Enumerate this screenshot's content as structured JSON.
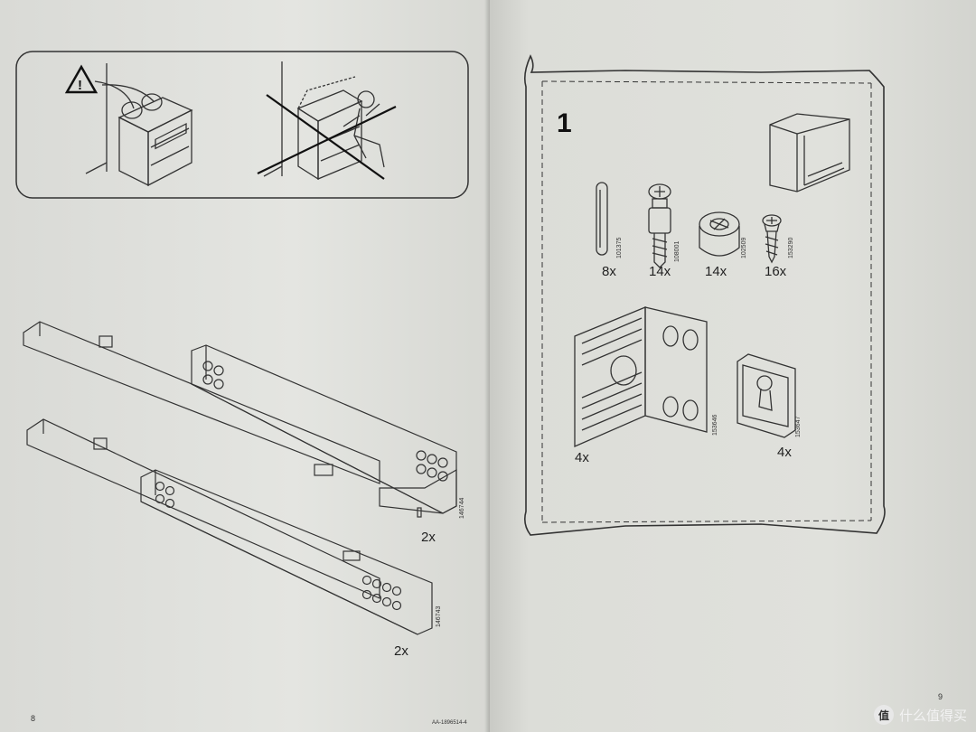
{
  "left_page": {
    "page_number": "8",
    "doc_code": "AA-1896514-4",
    "warning_symbol": "!",
    "rails": [
      {
        "article_number": "146744",
        "quantity": "2x"
      },
      {
        "article_number": "146743",
        "quantity": "2x"
      }
    ]
  },
  "right_page": {
    "page_number": "9",
    "step_number": "1",
    "parts": [
      {
        "icon": "dowel-icon",
        "article_number": "101375",
        "quantity": "8x"
      },
      {
        "icon": "cam-bolt-icon",
        "article_number": "108001",
        "quantity": "14x"
      },
      {
        "icon": "cam-lock-icon",
        "article_number": "102509",
        "quantity": "14x"
      },
      {
        "icon": "screw-icon",
        "article_number": "153290",
        "quantity": "16x"
      },
      {
        "icon": "bracket-icon",
        "article_number": "153646",
        "quantity": "4x"
      },
      {
        "icon": "keyhole-plate-icon",
        "article_number": "153647",
        "quantity": "4x"
      }
    ]
  },
  "watermark": {
    "badge": "值",
    "text": "什么值得买"
  }
}
